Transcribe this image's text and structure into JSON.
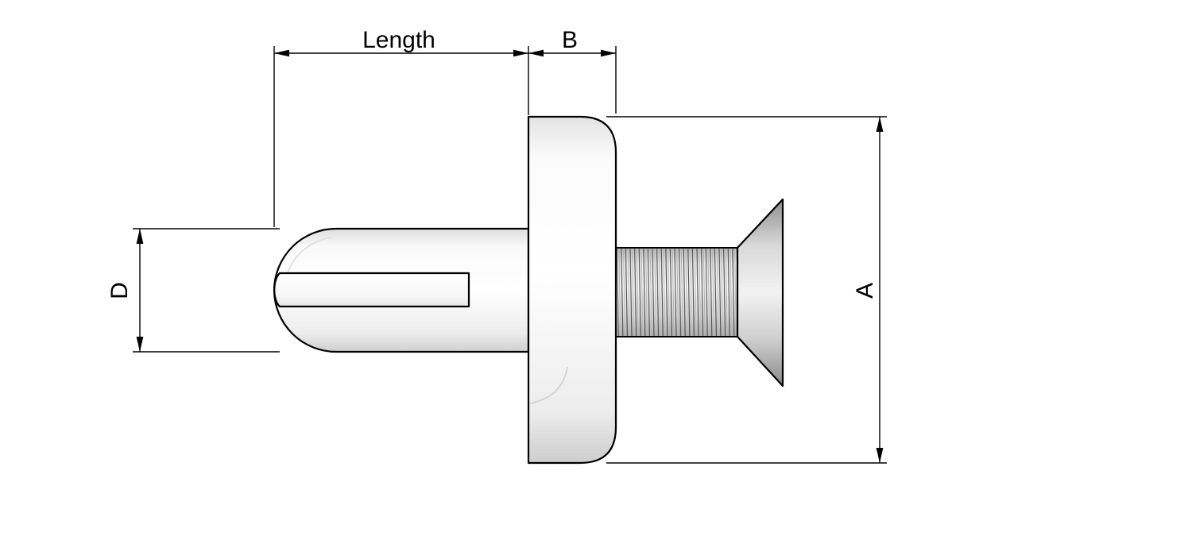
{
  "page": {
    "background": "#ffffff"
  },
  "drawing": {
    "colors": {
      "outline": "#000000",
      "dimension_line": "#000000",
      "shade_light": "#f8f8f8",
      "shade_mid": "#dcdcdc",
      "shade_dark": "#8f8f8f",
      "thread_dark": "#4a4a4a",
      "thread_light": "#a9a9a9"
    },
    "labels": {
      "length": "Length",
      "b": "B",
      "d": "D",
      "a": "A"
    }
  }
}
